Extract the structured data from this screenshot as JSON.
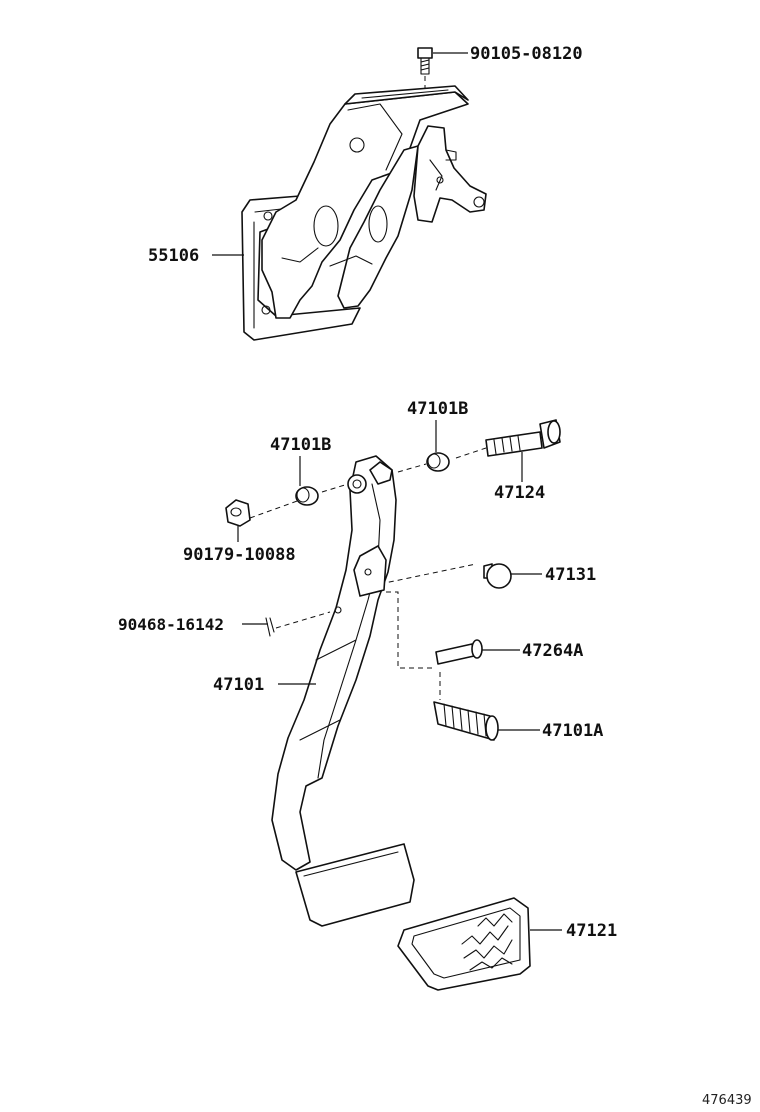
{
  "parts": {
    "bolt_top": "90105-08120",
    "bracket": "55106",
    "bushing_left": "47101B",
    "bushing_right": "47101B",
    "bolt_pivot": "47124",
    "nut": "90179-10088",
    "stopper": "47131",
    "clip": "90468-16142",
    "pin": "47264A",
    "pedal_arm": "47101",
    "spring": "47101A",
    "pedal_pad": "47121"
  },
  "reference_number": "476439"
}
